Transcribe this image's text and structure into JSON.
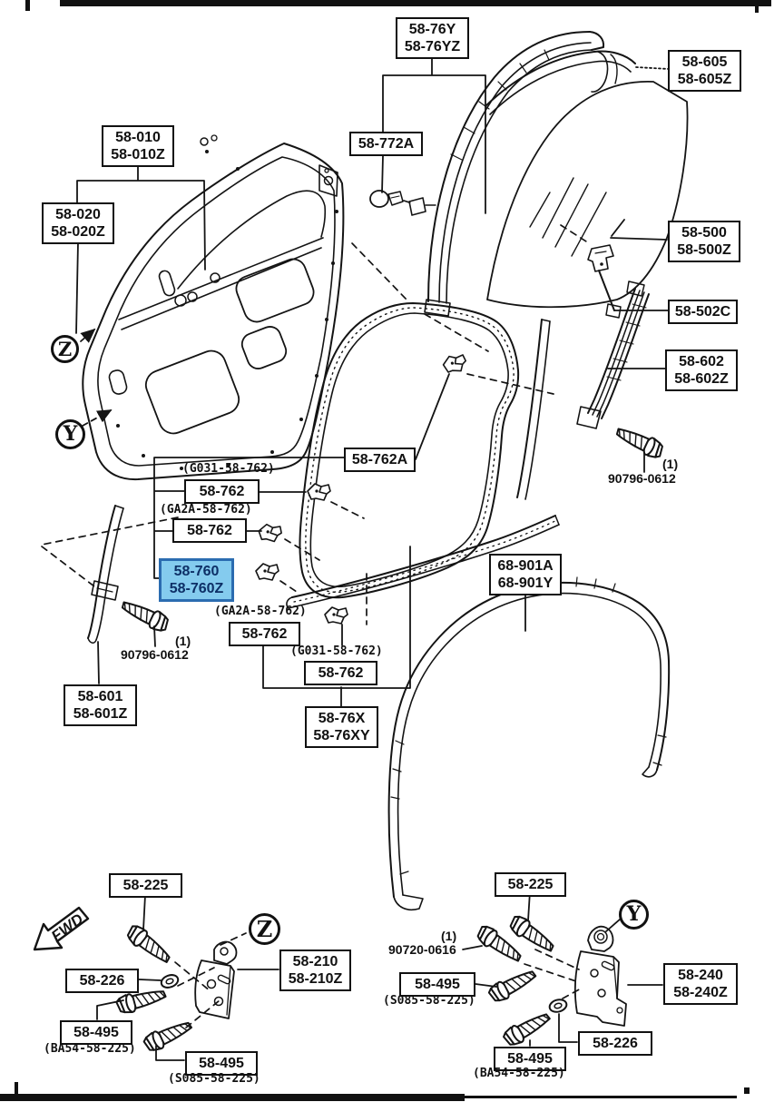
{
  "page": {
    "background": "#ffffff",
    "ink": "#111111",
    "highlight_fill": "#84cbee",
    "highlight_border": "#2b6cb0",
    "highlight_text": "#0d2f66"
  },
  "fwd": {
    "label": "FWD"
  },
  "markers": {
    "z_top": "Z",
    "y_top": "Y",
    "z_bottom": "Z",
    "y_bottom": "Y"
  },
  "boxes": {
    "b76y": {
      "l1": "58-76Y",
      "l2": "58-76YZ"
    },
    "b605": {
      "l1": "58-605",
      "l2": "58-605Z"
    },
    "b772a": {
      "l1": "58-772A"
    },
    "b010": {
      "l1": "58-010",
      "l2": "58-010Z"
    },
    "b020": {
      "l1": "58-020",
      "l2": "58-020Z"
    },
    "b500": {
      "l1": "58-500",
      "l2": "58-500Z"
    },
    "b502c": {
      "l1": "58-502C"
    },
    "b602": {
      "l1": "58-602",
      "l2": "58-602Z"
    },
    "b762a": {
      "l1": "58-762A"
    },
    "b762_1": {
      "l1": "58-762"
    },
    "b762_2": {
      "l1": "58-762"
    },
    "b760": {
      "l1": "58-760",
      "l2": "58-760Z"
    },
    "b762_3": {
      "l1": "58-762"
    },
    "b762_4": {
      "l1": "58-762"
    },
    "b76x": {
      "l1": "58-76X",
      "l2": "58-76XY"
    },
    "b68901": {
      "l1": "68-901A",
      "l2": "68-901Y"
    },
    "b601": {
      "l1": "58-601",
      "l2": "58-601Z"
    },
    "b225_l": {
      "l1": "58-225"
    },
    "b226_l": {
      "l1": "58-226"
    },
    "b210": {
      "l1": "58-210",
      "l2": "58-210Z"
    },
    "b495_l1": {
      "l1": "58-495"
    },
    "b495_l2": {
      "l1": "58-495"
    },
    "b225_r": {
      "l1": "58-225"
    },
    "b495_r1": {
      "l1": "58-495"
    },
    "b240": {
      "l1": "58-240",
      "l2": "58-240Z"
    },
    "b226_r": {
      "l1": "58-226"
    },
    "b495_r2": {
      "l1": "58-495"
    }
  },
  "texts": {
    "g031_1": "(G031-58-762)",
    "ga2a_1": "(GA2A-58-762)",
    "ga2a_2": "(GA2A-58-762)",
    "g031_2": "(G031-58-762)",
    "qty_l": "(1)",
    "bolt_l": "90796-0612",
    "qty_r": "(1)",
    "bolt_r": "90796-0612",
    "qty_br": "(1)",
    "bolt_br": "90720-0616",
    "s085_l": "(S085-58-225)",
    "ba54_l": "(BA54-58-225)",
    "s085_r": "(S085-58-225)",
    "ba54_r": "(BA54-58-225)"
  }
}
